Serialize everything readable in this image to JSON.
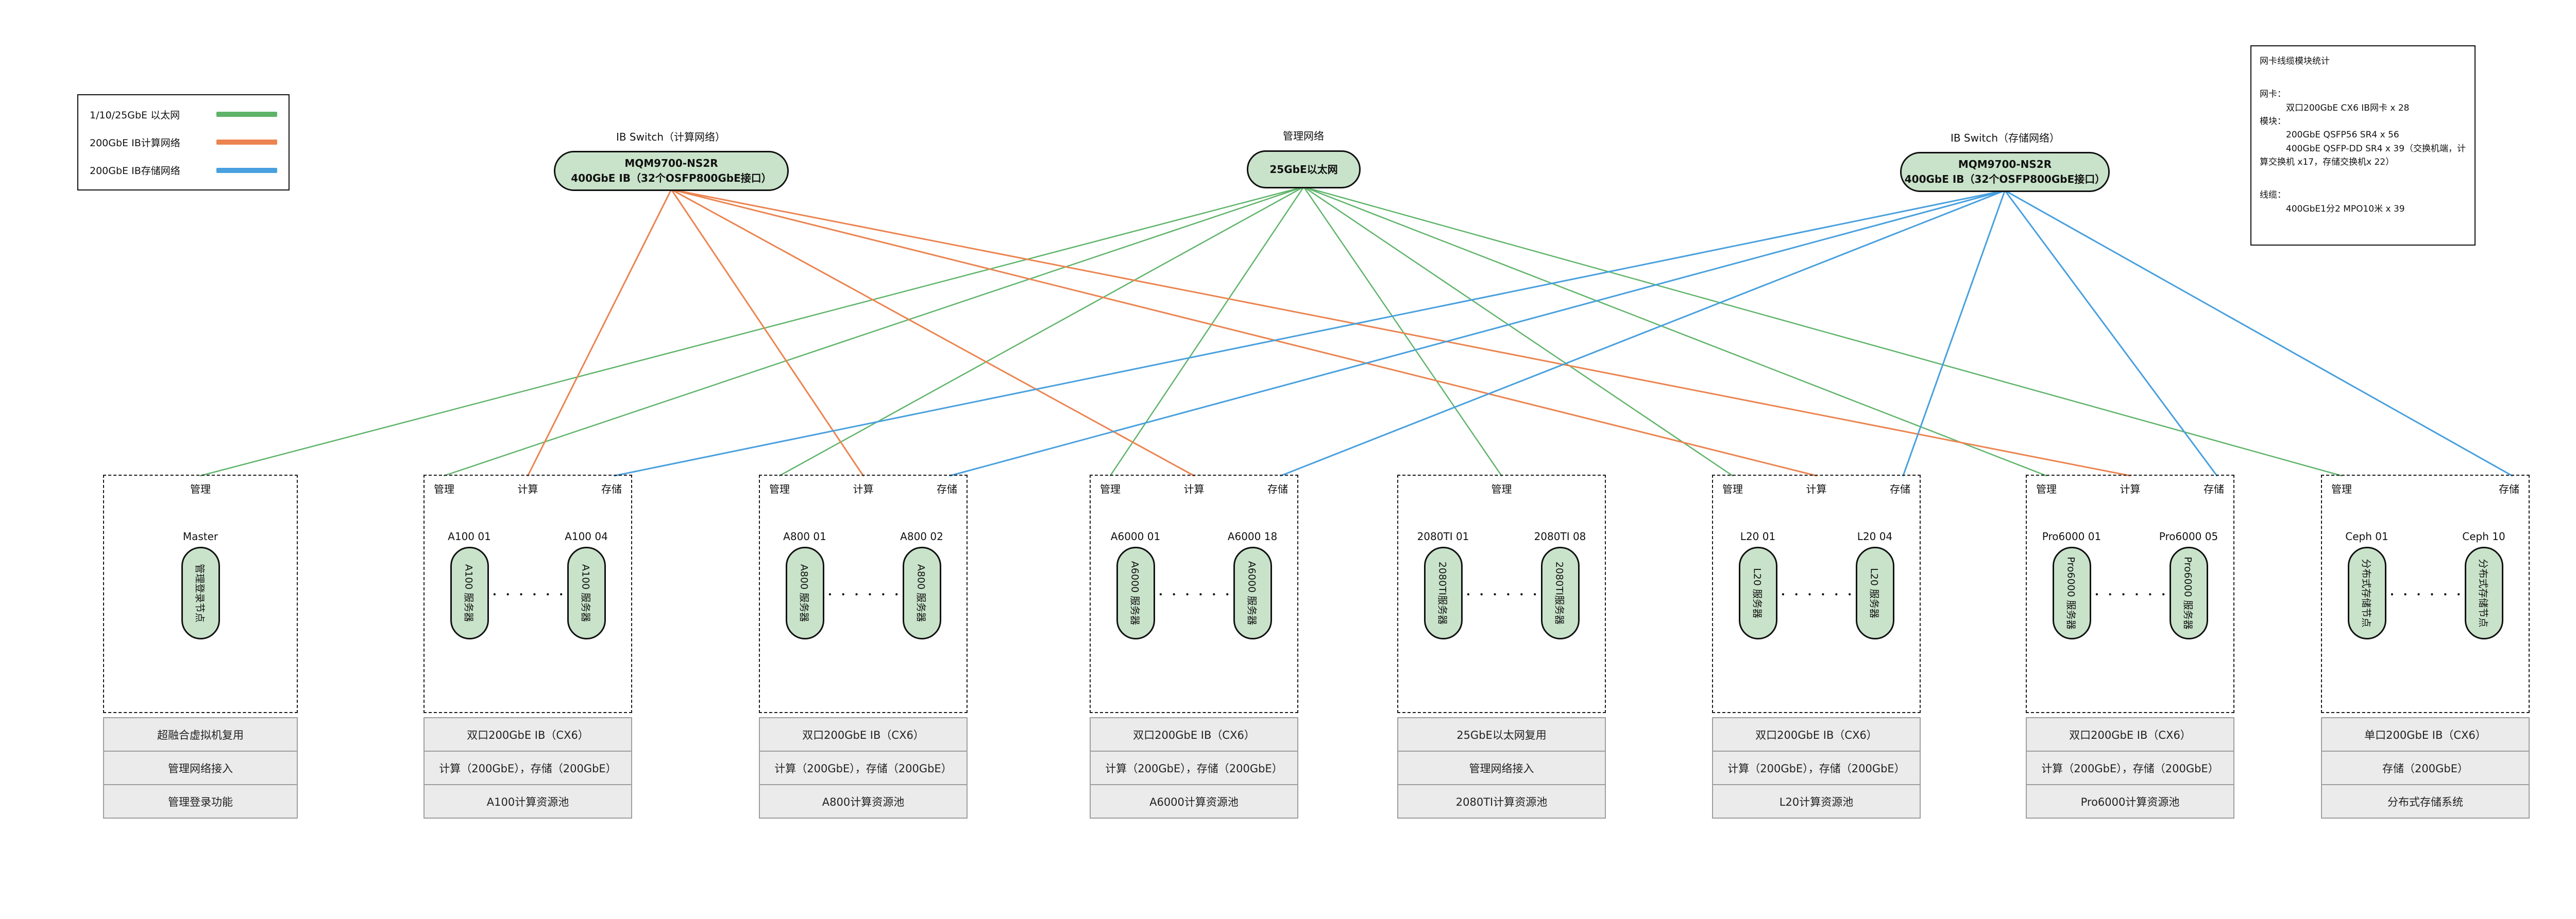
{
  "colors": {
    "mgmt_line": "#5fb46a",
    "compute_line": "#ec8450",
    "storage_line": "#48a0de",
    "node_fill": "#c9e3ca",
    "row_fill": "#ebebeb"
  },
  "legend": {
    "items": [
      {
        "label": "1/10/25GbE 以太网",
        "color_key": "mgmt_line"
      },
      {
        "label": "200GbE IB计算网络",
        "color_key": "compute_line"
      },
      {
        "label": "200GbE IB存储网络",
        "color_key": "storage_line"
      }
    ]
  },
  "switches": [
    {
      "id": "compute",
      "title": "IB Switch（计算网络）",
      "line1": "MQM9700-NS2R",
      "line2": "400GbE IB（32个OSFP800GbE接口）"
    },
    {
      "id": "mgmt",
      "title": "管理网络",
      "line1": "25GbE以太网",
      "line2": ""
    },
    {
      "id": "storage",
      "title": "IB Switch（存储网络）",
      "line1": "MQM9700-NS2R",
      "line2": "400GbE IB（32个OSFP800GbE接口）"
    }
  ],
  "stats_panel": {
    "title": "网卡线缆模块统计",
    "sections": [
      {
        "heading": "网卡：",
        "items": [
          "双口200GbE CX6 IB网卡 x 28"
        ]
      },
      {
        "heading": "模块：",
        "items": [
          "200GbE QSFP56 SR4 x 56",
          "400GbE QSFP-DD SR4 x 39（交换机端，计算交换机 x17，存储交换机x 22）"
        ]
      },
      {
        "heading": "线缆：",
        "items": [
          "400GbE1分2 MPO10米 x 39"
        ]
      }
    ]
  },
  "groups": [
    {
      "id": "master",
      "mgmt_label_position": "center",
      "port_labels": [
        "管理"
      ],
      "nodes": [
        {
          "label": "Master",
          "text": "管理登录节点"
        }
      ],
      "dots": "",
      "rows": [
        "超融合虚拟机复用",
        "管理网络接入",
        "管理登录功能"
      ]
    },
    {
      "id": "a100",
      "mgmt_label_position": "left",
      "port_labels": [
        "管理",
        "计算",
        "存储"
      ],
      "nodes": [
        {
          "label": "A100 01",
          "text": "A100 服务器"
        },
        {
          "label": "A100 04",
          "text": "A100 服务器"
        }
      ],
      "dots": "••••••",
      "rows": [
        "双口200GbE IB（CX6）",
        "计算（200GbE），存储（200GbE）",
        "A100计算资源池"
      ]
    },
    {
      "id": "a800",
      "mgmt_label_position": "left",
      "port_labels": [
        "管理",
        "计算",
        "存储"
      ],
      "nodes": [
        {
          "label": "A800 01",
          "text": "A800 服务器"
        },
        {
          "label": "A800 02",
          "text": "A800 服务器"
        }
      ],
      "dots": "••••••",
      "rows": [
        "双口200GbE IB（CX6）",
        "计算（200GbE），存储（200GbE）",
        "A800计算资源池"
      ]
    },
    {
      "id": "a6000",
      "mgmt_label_position": "left",
      "port_labels": [
        "管理",
        "计算",
        "存储"
      ],
      "nodes": [
        {
          "label": "A6000 01",
          "text": "A6000 服务器"
        },
        {
          "label": "A6000 18",
          "text": "A6000 服务器"
        }
      ],
      "dots": "••••••",
      "rows": [
        "双口200GbE IB（CX6）",
        "计算（200GbE），存储（200GbE）",
        "A6000计算资源池"
      ]
    },
    {
      "id": "2080ti",
      "mgmt_label_position": "center",
      "port_labels": [
        "管理"
      ],
      "nodes": [
        {
          "label": "2080TI 01",
          "text": "2080TI服务器"
        },
        {
          "label": "2080TI 08",
          "text": "2080TI服务器"
        }
      ],
      "dots": "••••••",
      "rows": [
        "25GbE以太网复用",
        "管理网络接入",
        "2080TI计算资源池"
      ]
    },
    {
      "id": "l20",
      "mgmt_label_position": "left",
      "port_labels": [
        "管理",
        "计算",
        "存储"
      ],
      "nodes": [
        {
          "label": "L20 01",
          "text": "L20 服务器"
        },
        {
          "label": "L20 04",
          "text": "L20 服务器"
        }
      ],
      "dots": "••••••",
      "rows": [
        "双口200GbE IB（CX6）",
        "计算（200GbE），存储（200GbE）",
        "L20计算资源池"
      ]
    },
    {
      "id": "pro6000",
      "mgmt_label_position": "left",
      "port_labels": [
        "管理",
        "计算",
        "存储"
      ],
      "nodes": [
        {
          "label": "Pro6000 01",
          "text": "Pro6000 服务器"
        },
        {
          "label": "Pro6000 05",
          "text": "Pro6000 服务器"
        }
      ],
      "dots": "••••••",
      "rows": [
        "双口200GbE IB（CX6）",
        "计算（200GbE），存储（200GbE）",
        "Pro6000计算资源池"
      ]
    },
    {
      "id": "ceph",
      "mgmt_label_position": "left",
      "port_labels": [
        "管理",
        "存储"
      ],
      "nodes": [
        {
          "label": "Ceph 01",
          "text": "分布式存储节点"
        },
        {
          "label": "Ceph 10",
          "text": "分布式存储节点"
        }
      ],
      "dots": "••••••",
      "rows": [
        "单口200GbE IB（CX6）",
        "存储（200GbE）",
        "分布式存储系统"
      ]
    }
  ],
  "edges": [
    {
      "from": "mgmt",
      "to": "master",
      "port": "mgmt"
    },
    {
      "from": "mgmt",
      "to": "a100",
      "port": "mgmt"
    },
    {
      "from": "mgmt",
      "to": "a800",
      "port": "mgmt"
    },
    {
      "from": "mgmt",
      "to": "a6000",
      "port": "mgmt"
    },
    {
      "from": "mgmt",
      "to": "2080ti",
      "port": "mgmt"
    },
    {
      "from": "mgmt",
      "to": "l20",
      "port": "mgmt"
    },
    {
      "from": "mgmt",
      "to": "pro6000",
      "port": "mgmt"
    },
    {
      "from": "mgmt",
      "to": "ceph",
      "port": "mgmt"
    },
    {
      "from": "compute",
      "to": "a100",
      "port": "compute"
    },
    {
      "from": "compute",
      "to": "a800",
      "port": "compute"
    },
    {
      "from": "compute",
      "to": "a6000",
      "port": "compute"
    },
    {
      "from": "compute",
      "to": "l20",
      "port": "compute"
    },
    {
      "from": "compute",
      "to": "pro6000",
      "port": "compute"
    },
    {
      "from": "storage",
      "to": "a100",
      "port": "storage"
    },
    {
      "from": "storage",
      "to": "a800",
      "port": "storage"
    },
    {
      "from": "storage",
      "to": "a6000",
      "port": "storage"
    },
    {
      "from": "storage",
      "to": "l20",
      "port": "storage"
    },
    {
      "from": "storage",
      "to": "pro6000",
      "port": "storage"
    },
    {
      "from": "storage",
      "to": "ceph",
      "port": "storage"
    }
  ]
}
